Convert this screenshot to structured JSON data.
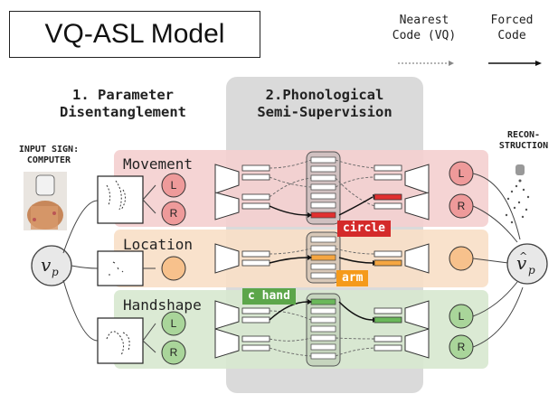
{
  "title": "VQ-ASL Model",
  "legend": {
    "nearest_line1": "Nearest",
    "nearest_line2": "Code (VQ)",
    "forced_line1": "Forced",
    "forced_line2": "Code"
  },
  "section1": {
    "line1": "1. Parameter",
    "line2": "Disentanglement"
  },
  "section2": {
    "line1": "2.Phonological",
    "line2": "Semi-Supervision"
  },
  "input_label": {
    "line1": "INPUT SIGN:",
    "line2": "COMPUTER"
  },
  "recon_label": {
    "line1": "RECON-",
    "line2": "STRUCTION"
  },
  "input_symbol": "v",
  "input_subscript": "p",
  "recon_symbol": "v",
  "recon_hat": "^",
  "recon_subscript": "p",
  "rows": {
    "movement": {
      "label": "Movement",
      "left_nodes": [
        "L",
        "R"
      ],
      "right_nodes": [
        "L",
        "R"
      ],
      "tag": "circle"
    },
    "location": {
      "label": "Location",
      "tag": "arm"
    },
    "handshape": {
      "label": "Handshape",
      "left_nodes": [
        "L",
        "R"
      ],
      "right_nodes": [
        "L",
        "R"
      ],
      "tag": "c hand"
    }
  },
  "colors": {
    "movement_bg": "#f4cfcf",
    "movement_node": "#ee9a9a",
    "movement_tag": "#d42a2a",
    "location_bg": "#f8dfc6",
    "location_node": "#f7c18c",
    "location_tag": "#f59a1b",
    "handshape_bg": "#d7e8cf",
    "handshape_node": "#a9d59a",
    "handshape_tag": "#5ca64a",
    "center_panel": "#d4d4d4"
  }
}
